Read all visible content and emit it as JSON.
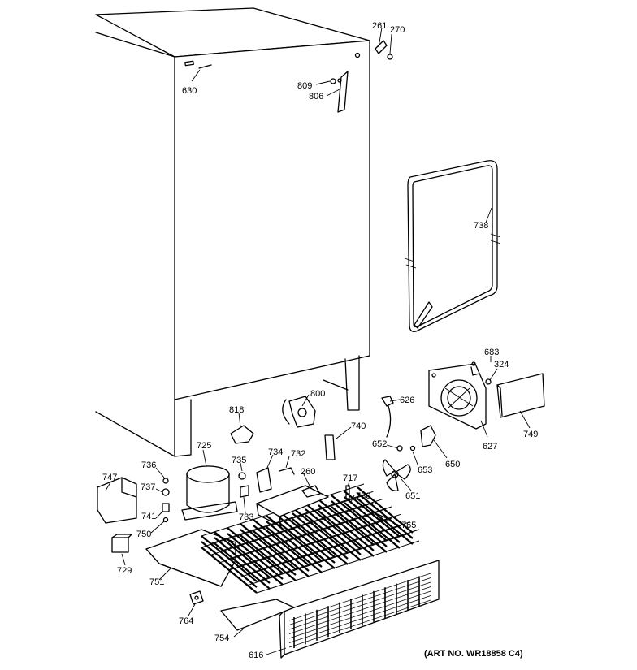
{
  "art_number": "(ART NO. WR18858 C4)",
  "callouts": [
    {
      "id": "261",
      "label": "261"
    },
    {
      "id": "270",
      "label": "270"
    },
    {
      "id": "630",
      "label": "630"
    },
    {
      "id": "809",
      "label": "809"
    },
    {
      "id": "806",
      "label": "806"
    },
    {
      "id": "738",
      "label": "738"
    },
    {
      "id": "683",
      "label": "683"
    },
    {
      "id": "324",
      "label": "324"
    },
    {
      "id": "749",
      "label": "749"
    },
    {
      "id": "627",
      "label": "627"
    },
    {
      "id": "626",
      "label": "626"
    },
    {
      "id": "650",
      "label": "650"
    },
    {
      "id": "652",
      "label": "652"
    },
    {
      "id": "653",
      "label": "653"
    },
    {
      "id": "651",
      "label": "651"
    },
    {
      "id": "800",
      "label": "800"
    },
    {
      "id": "740",
      "label": "740"
    },
    {
      "id": "818",
      "label": "818"
    },
    {
      "id": "725",
      "label": "725"
    },
    {
      "id": "734",
      "label": "734"
    },
    {
      "id": "732",
      "label": "732"
    },
    {
      "id": "260",
      "label": "260"
    },
    {
      "id": "717",
      "label": "717"
    },
    {
      "id": "730",
      "label": "730"
    },
    {
      "id": "735",
      "label": "735"
    },
    {
      "id": "733",
      "label": "733"
    },
    {
      "id": "736",
      "label": "736"
    },
    {
      "id": "737",
      "label": "737"
    },
    {
      "id": "741",
      "label": "741"
    },
    {
      "id": "750",
      "label": "750"
    },
    {
      "id": "747",
      "label": "747"
    },
    {
      "id": "729",
      "label": "729"
    },
    {
      "id": "751",
      "label": "751"
    },
    {
      "id": "765",
      "label": "765"
    },
    {
      "id": "764",
      "label": "764"
    },
    {
      "id": "754",
      "label": "754"
    },
    {
      "id": "616",
      "label": "616"
    }
  ]
}
